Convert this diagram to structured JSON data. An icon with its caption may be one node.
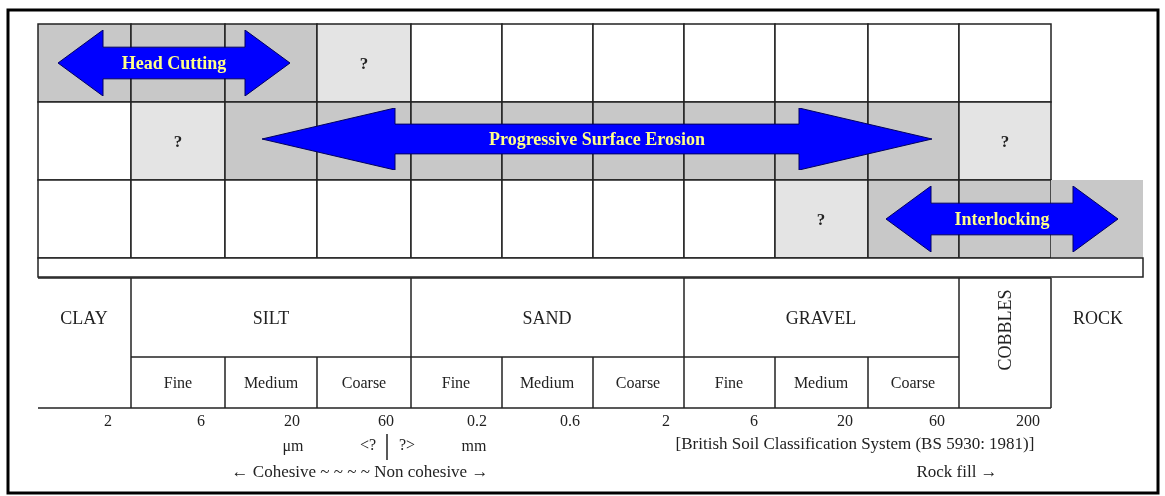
{
  "diagram": {
    "nodes": [
      {
        "text": [
          "Head Cutting"
        ]
      },
      {
        "text": [
          "Progressive Surface Erosion"
        ]
      },
      {
        "text": [
          "Interlocking"
        ]
      }
    ],
    "labels": [
      "?",
      "?",
      "?",
      "?",
      "CLAY",
      "SILT",
      "SAND",
      "GRAVEL",
      "COBBLES",
      "ROCK",
      "Fine",
      "Medium",
      "Coarse",
      "Fine",
      "Medium",
      "Coarse",
      "Fine",
      "Medium",
      "Coarse",
      "2",
      "6",
      "20",
      "60",
      "0.2",
      "0.6",
      "2",
      "6",
      "20",
      "60",
      "200",
      "μm",
      "<?",
      "?>",
      "mm",
      "[British Soil Classification System (BS 5930: 1981)]",
      "← Cohesive ~ ~ ~ ~ Non cohesive →",
      "Rock fill →"
    ]
  }
}
